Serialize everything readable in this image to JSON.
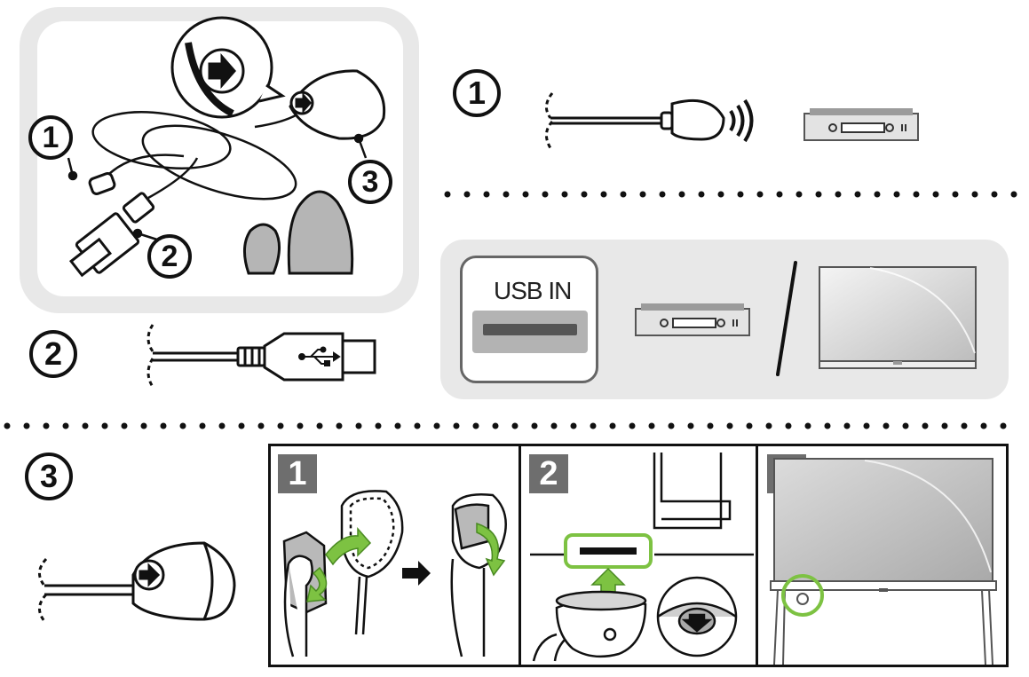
{
  "callouts": {
    "one": "1",
    "two": "2",
    "three": "3"
  },
  "usb_port": {
    "label": "USB IN"
  },
  "steps": [
    {
      "number": "1"
    },
    {
      "number": "2"
    },
    {
      "number": "3"
    }
  ],
  "colors": {
    "accent_green": "#7dc242",
    "panel_gray": "#e8e8e8",
    "badge_gray": "#6e6e6e",
    "line": "#111111"
  },
  "icons": [
    "ir-blaster-cable-icon",
    "usb-plug-icon",
    "ir-emitter-icon",
    "set-top-box-icon",
    "tv-icon",
    "signal-waves-icon",
    "arrow-icon"
  ]
}
